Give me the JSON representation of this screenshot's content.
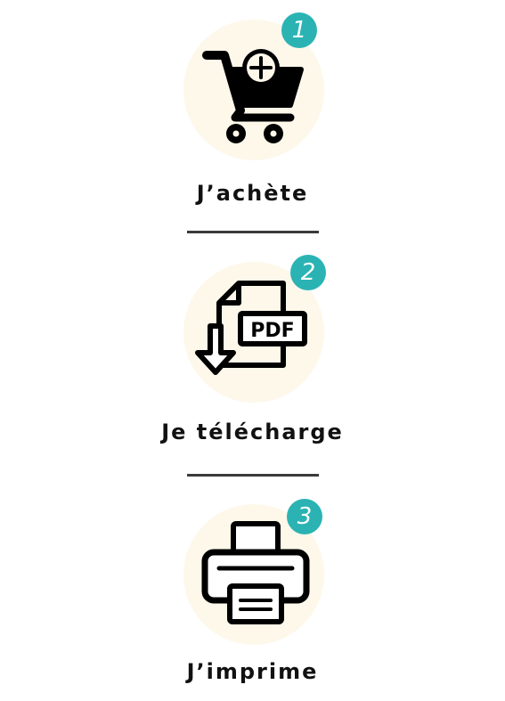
{
  "steps": [
    {
      "number": "1",
      "label": "J’achète",
      "icon": "cart-plus-icon"
    },
    {
      "number": "2",
      "label": "Je télécharge",
      "icon": "pdf-download-icon"
    },
    {
      "number": "3",
      "label": "J’imprime",
      "icon": "printer-icon"
    }
  ],
  "colors": {
    "circle_bg": "#fdf8ea",
    "badge": "#2bb3b4",
    "text": "#111111",
    "divider": "#3a3a3a"
  }
}
